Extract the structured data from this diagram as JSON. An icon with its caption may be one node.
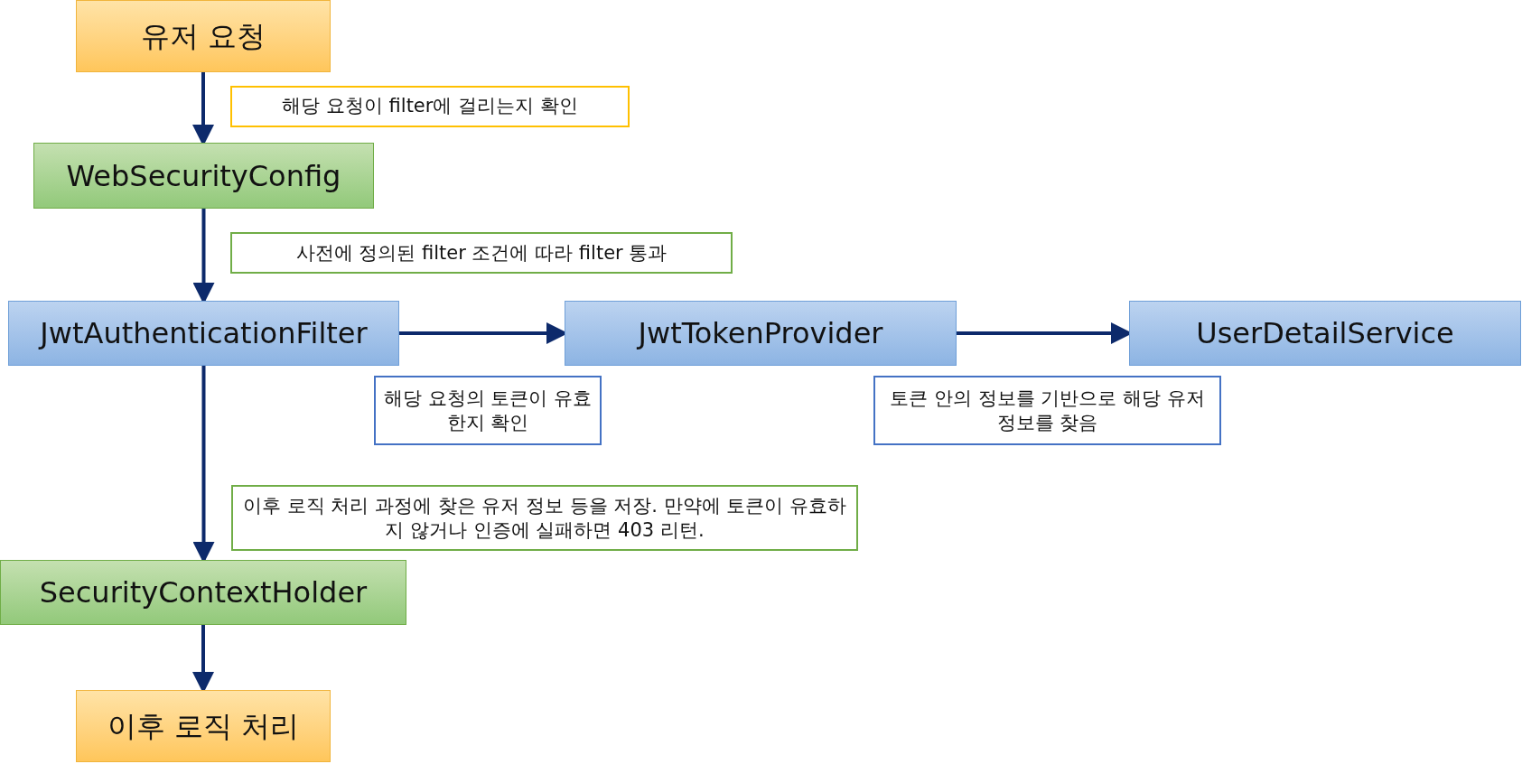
{
  "diagram": {
    "nodes": [
      {
        "text": [
          "유저 요청"
        ]
      },
      {
        "text": [
          "해당 요청이 filter에 걸리는지 확인"
        ]
      },
      {
        "text": [
          "WebSecurityConfig"
        ]
      },
      {
        "text": [
          "사전에 정의된 filter 조건에 따라 filter 통과"
        ]
      },
      {
        "text": [
          "JwtAuthenticationFilter"
        ]
      },
      {
        "text": [
          "JwtTokenProvider"
        ]
      },
      {
        "text": [
          "UserDetailService"
        ]
      },
      {
        "text": [
          "해당 요청의 토큰이 유효한지 확인"
        ]
      },
      {
        "text": [
          "토큰 안의 정보를 기반으로 해당 유저 정보를 찾음"
        ]
      },
      {
        "text": [
          "이후 로직 처리 과정에 찾은 유저 정보 등을 저장. 만약에 토큰이 유효하지 않거나 인증에 실패하면 403 리턴."
        ]
      },
      {
        "text": [
          "SecurityContextHolder"
        ]
      },
      {
        "text": [
          "이후 로직 처리"
        ]
      }
    ],
    "edges": [
      {
        "from": 0,
        "to": 2,
        "arrow": "to"
      },
      {
        "from": 2,
        "to": 4,
        "arrow": "to"
      },
      {
        "from": 4,
        "to": 5,
        "arrow": "to"
      },
      {
        "from": 5,
        "to": 6,
        "arrow": "to"
      },
      {
        "from": 4,
        "to": 10,
        "arrow": "to"
      },
      {
        "from": 10,
        "to": 11,
        "arrow": "to"
      }
    ]
  }
}
